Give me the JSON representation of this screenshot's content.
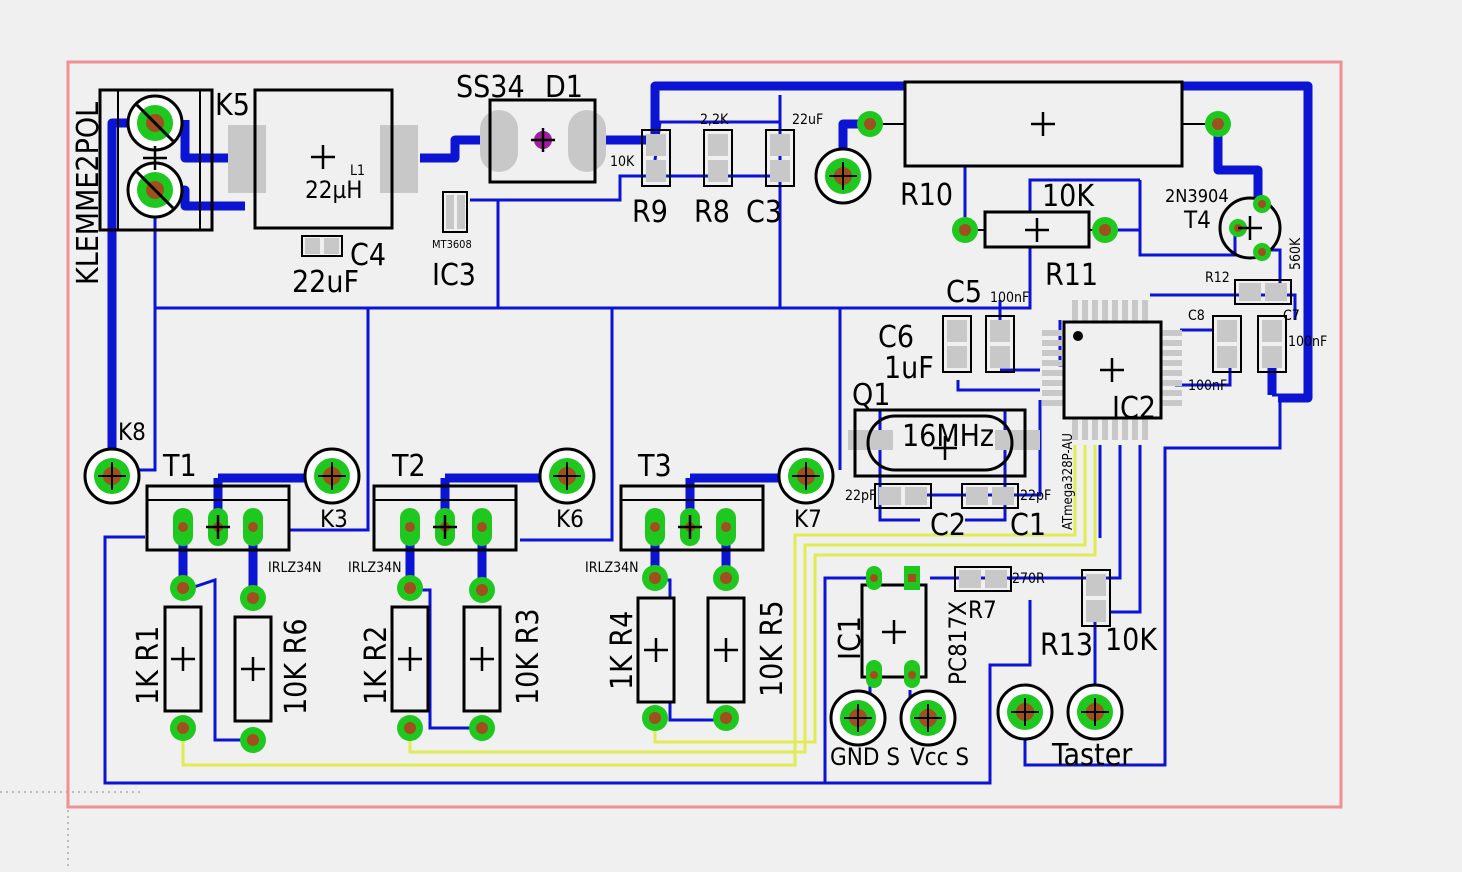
{
  "colors": {
    "background": "#f0f0f0",
    "board_outline": "#f09090",
    "trace": "#0a14d2",
    "silk": "#000000",
    "pad_green": "#1ec81e",
    "pad_hole": "#a0501e",
    "smd_pad": "#c8c8c8",
    "jumper_wire": "#e0ec50",
    "via": "#a01ea0"
  },
  "labels": {
    "k5": "K5",
    "klemme": "KLEMME2POL",
    "l1_name": "L1",
    "l1_value": "22µH",
    "c4_name": "C4",
    "c4_value": "22uF",
    "d1_part": "SS34",
    "d1_name": "D1",
    "ic3_part": "MT3608",
    "ic3_name": "IC3",
    "r9_value": "10K",
    "r9_name": "R9",
    "r8_value": "2,2K",
    "r8_name": "R8",
    "c3_value": "22uF",
    "c3_name": "C3",
    "r10_name": "R10",
    "r11_value": "10K",
    "r11_name": "R11",
    "t4_part": "2N3904",
    "t4_name": "T4",
    "r12_name": "R12",
    "r12_value": "560K",
    "c5_name": "C5",
    "c5_value": "100nF",
    "c6_name": "C6",
    "c6_value": "1uF",
    "c8_name": "C8",
    "c8_value": "100nF",
    "c7_name": "C7",
    "c7_value": "100nF",
    "q1_name": "Q1",
    "q1_value": "16MHz",
    "ic2_part": "ATmega328P-AU",
    "ic2_name": "IC2",
    "c2_value": "22pF",
    "c2_name": "C2",
    "c1_value": "22pF",
    "c1_name": "C1",
    "k8": "K8",
    "t1": "T1",
    "t2": "T2",
    "t3": "T3",
    "k3": "K3",
    "k6": "K6",
    "k7": "K7",
    "mosfet": "IRLZ34N",
    "r1": "1K  R1",
    "r6": "10K R6",
    "r2": "1K  R2",
    "r3": "10K R3",
    "r4": "1K R4",
    "r5": "10K R5",
    "ic1_name": "IC1",
    "ic1_part": "PC817X",
    "r7_name": "R7",
    "r7_value": "270R",
    "r13_name": "R13",
    "r13_value": "10K",
    "gnd_s": "GND S",
    "vcc_s": "Vcc S",
    "taster": "Taster"
  }
}
